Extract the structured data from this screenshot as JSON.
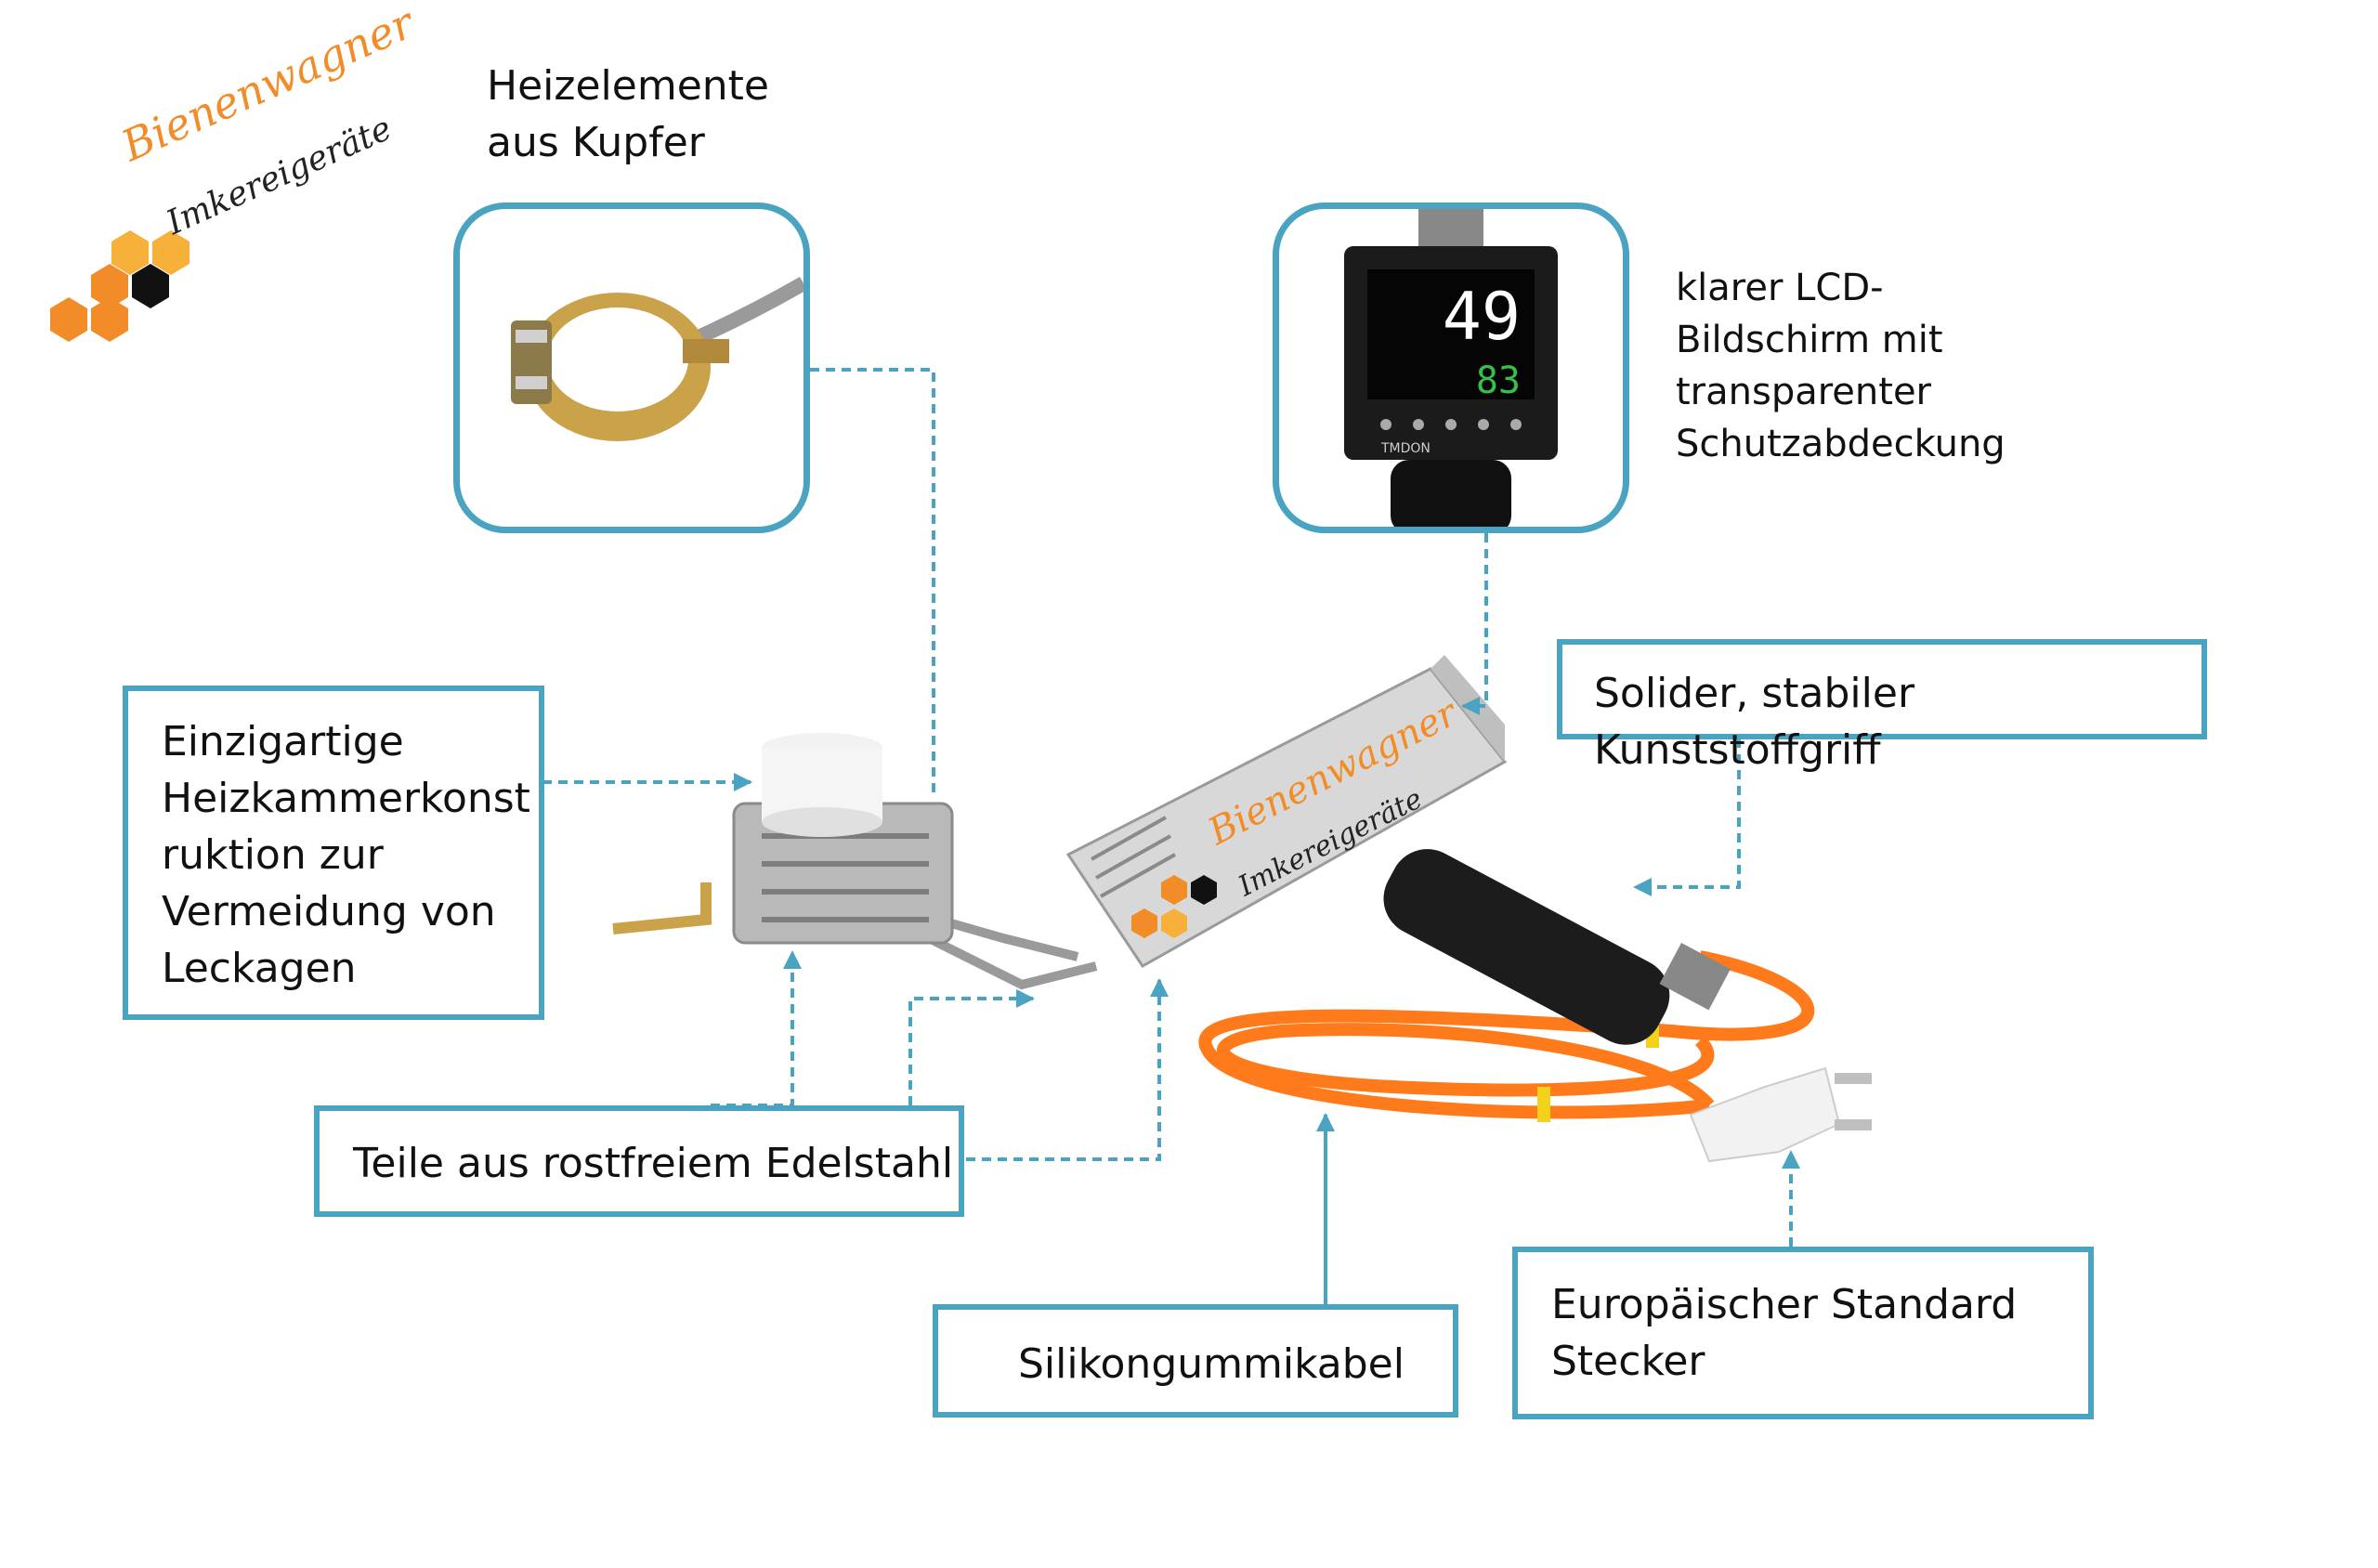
{
  "logo": {
    "brand": "Bienenwagner",
    "sub": "Imkereigeräte"
  },
  "callouts": {
    "copper": [
      "Heizelemente",
      "aus Kupfer"
    ],
    "lcd": [
      "klarer LCD-",
      "Bildschirm mit",
      "transparenter",
      "Schutzabdeckung"
    ],
    "chamber": [
      "Einzigartige",
      "Heizkammerkonst",
      "ruktion zur",
      "Vermeidung von",
      "Leckagen"
    ],
    "handle": "Solider, stabiler Kunststoffgriff",
    "steel": "Teile aus rostfreiem Edelstahl",
    "cable": "Silikongummikabel",
    "plug": [
      "Europäischer Standard",
      "Stecker"
    ]
  },
  "device_brand": {
    "brand": "Bienenwagner",
    "sub": "Imkereigeräte"
  },
  "display": {
    "temp_main": "49",
    "temp_set": "83",
    "maker": "TMDON"
  },
  "colors": {
    "accent": "#4aa3c0",
    "orange": "#f28c28",
    "brass": "#c9a24a",
    "cable": "#ff7a1a"
  }
}
